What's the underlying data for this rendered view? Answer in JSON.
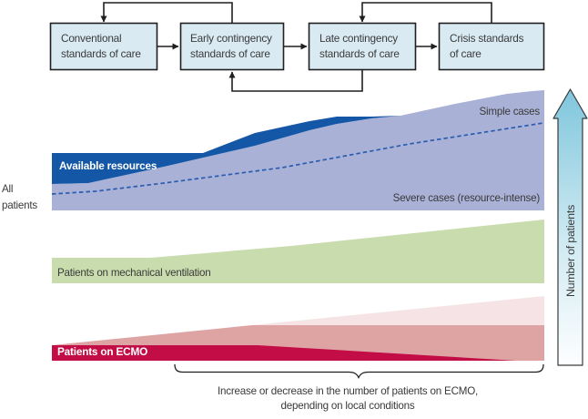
{
  "flowchart": {
    "boxes": [
      {
        "line1": "Conventional",
        "line2": "standards of care"
      },
      {
        "line1": "Early contingency",
        "line2": "standards of care"
      },
      {
        "line1": "Late contingency",
        "line2": "standards of care"
      },
      {
        "line1": "Crisis standards",
        "line2": "of care"
      }
    ]
  },
  "bands": {
    "all_patients_line1": "All",
    "all_patients_line2": "patients",
    "available_resources": "Available resources",
    "simple_cases": "Simple cases",
    "severe_cases": "Severe cases (resource-intense)",
    "mechanical_ventilation": "Patients on mechanical ventilation",
    "ecmo": "Patients on ECMO"
  },
  "axis": {
    "label": "Number of patients"
  },
  "caption": {
    "line1": "Increase or decrease in the number of patients on ECMO,",
    "line2": "depending on local conditions"
  },
  "colors": {
    "box_fill": "#d9eaf3",
    "outline": "#1f1f1f",
    "dark_blue": "#1457a6",
    "light_purple": "#a9b1d6",
    "dashed_line": "#2a5db0",
    "green": "#c9dcae",
    "crimson": "#c30d46",
    "medium_pink": "#dda4a3",
    "light_pink": "#f6e3e5",
    "arrow_top": "#7fc6dc",
    "arrow_bottom": "#fdfeff"
  }
}
